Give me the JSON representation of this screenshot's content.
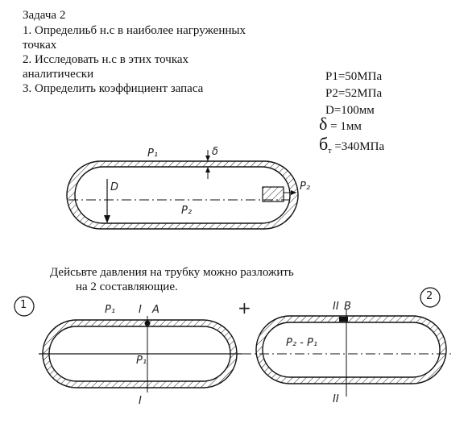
{
  "task": {
    "title": "Задача 2",
    "items": [
      "1. Определиьб н.с в наиболее нагруженных",
      "точках",
      "2. Исследовать н.с в этих точках",
      "аналитически",
      "3. Определить коэффициент запаса"
    ]
  },
  "params": {
    "p1": "P1=50МПа",
    "p2": "P2=52МПа",
    "d": "D=100мм",
    "delta_sym": "δ",
    "delta_val": "= 1мм",
    "sigma_sym": "б",
    "sigma_sub": "т",
    "sigma_val": "=340МПа"
  },
  "figure1": {
    "p1": "P₁",
    "p2": "P₂",
    "d": "D",
    "delta": "δ",
    "p2_fitting": "P₂"
  },
  "decomposition": {
    "line1": "Дейсьвте давления на трубку можно разложить",
    "line2": "на 2 составляющие."
  },
  "figure2": {
    "num1": "1",
    "num2": "2",
    "plus": "+",
    "left": {
      "p1_top": "P₁",
      "section_top": "I",
      "point": "A",
      "p1_center": "P₁",
      "section_bottom": "I"
    },
    "right": {
      "section_top": "II",
      "point": "B",
      "center_label": "P₂ - P₁",
      "section_bottom": "II"
    }
  },
  "colors": {
    "ink": "#111111",
    "background": "#ffffff"
  }
}
